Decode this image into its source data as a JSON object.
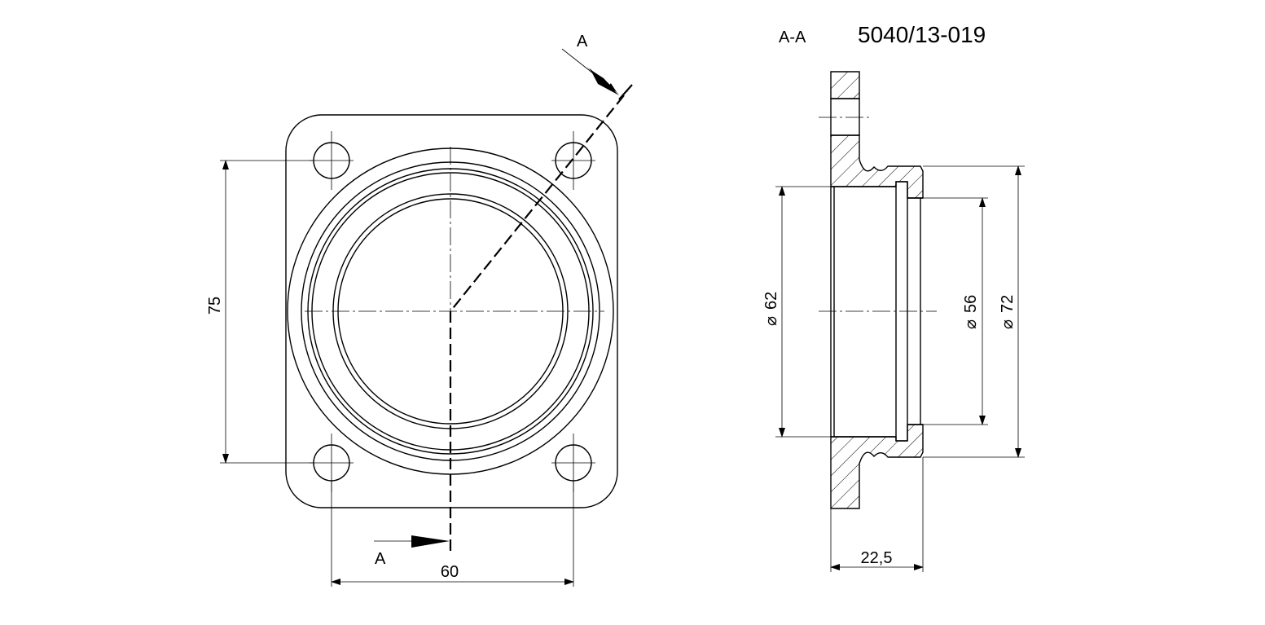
{
  "drawing": {
    "part_number": "5040/13-019",
    "section_label": "A-A",
    "cut_marker_top": "A",
    "cut_marker_bottom": "A",
    "dimensions": {
      "height": "75",
      "width": "60",
      "dia_62": "62",
      "dia_56": "56",
      "dia_72": "72",
      "length": "22,5"
    },
    "icons": {
      "diameter": "diameter-symbol-icon",
      "arrow": "section-arrow-icon"
    }
  }
}
